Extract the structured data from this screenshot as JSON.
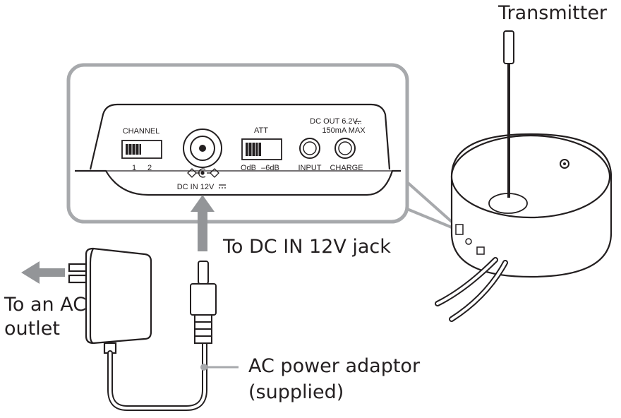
{
  "callouts": {
    "transmitter": "Transmitter",
    "dc_jack": "To DC IN 12V jack",
    "ac_outlet_line1": "To an AC",
    "ac_outlet_line2": "outlet",
    "adaptor_line1": "AC power adaptor",
    "adaptor_line2": "(supplied)"
  },
  "panel": {
    "channel_label": "CHANNEL",
    "channel_pos1": "1",
    "channel_pos2": "2",
    "dc_in_label": "DC IN  12V",
    "att_label": "ATT",
    "att_pos1": "OdB",
    "att_pos2": "–6dB",
    "input_label": "INPUT",
    "charge_label": "CHARGE",
    "dc_out_line1": "DC OUT 6.2V",
    "dc_out_line2": "150mA MAX"
  },
  "colors": {
    "line": "#231f20",
    "callout_gray": "#a7a9ac",
    "arrow_gray": "#939598"
  }
}
